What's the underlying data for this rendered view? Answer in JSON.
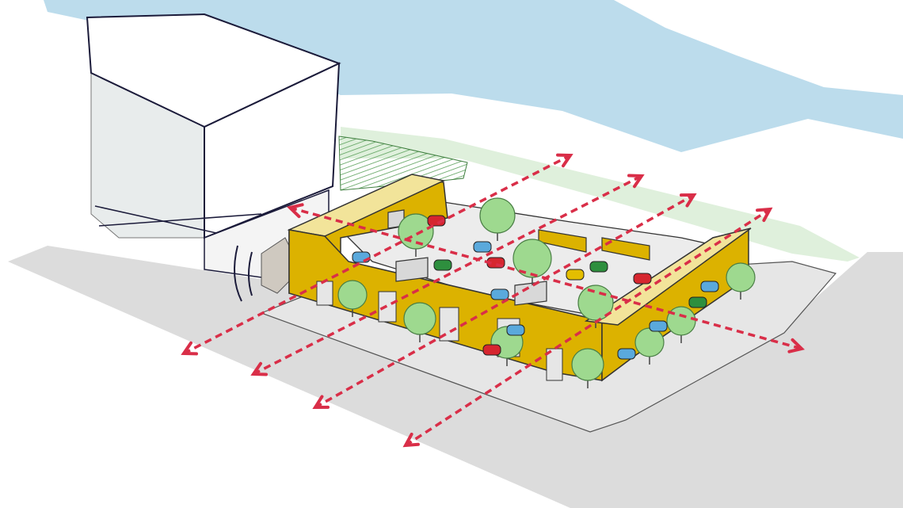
{
  "colors": {
    "background": "#ffffff",
    "water": "#bcdcec",
    "grass": "#dff0dc",
    "grass_hatch": "#5aa05a",
    "ground_shadow": "#dcdcdc",
    "road_paving": "#e6e6e6",
    "building_mass": "#ffffff",
    "building_shadow": "#e8ecec",
    "courtyard_floor": "#ececec",
    "podium_wall": "#dcb200",
    "podium_top": "#f2e49a",
    "tree": "#9ed98f",
    "tree_outline": "#4a7f45",
    "arrow": "#d92e48",
    "car_blue": "#5aa9dc",
    "car_red": "#d6262f",
    "car_green": "#2e8f3e",
    "car_yellow": "#e4be00",
    "ink": "#222222"
  },
  "arrow_style": "dashed, double-headed",
  "arrows": [
    {
      "name": "connection-arrow-1"
    },
    {
      "name": "connection-arrow-2"
    },
    {
      "name": "connection-arrow-3"
    },
    {
      "name": "connection-arrow-4"
    },
    {
      "name": "connection-arrow-5"
    }
  ],
  "icons": [
    "tree-icon",
    "car-icon",
    "double-arrow-icon"
  ]
}
